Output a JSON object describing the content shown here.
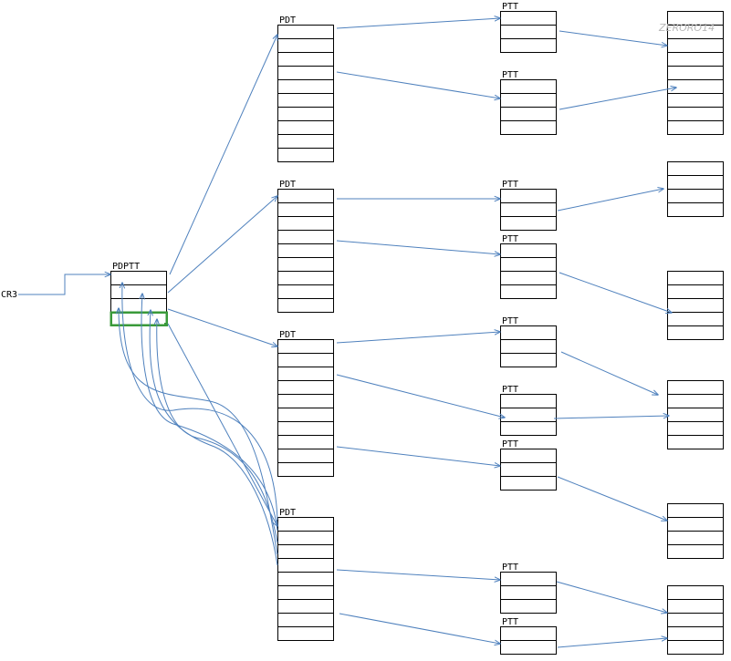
{
  "watermark": "ZERORO14",
  "colors": {
    "arrow": "#4f81bd",
    "highlight": "#3a9a3a",
    "table_border": "#000000"
  },
  "labels": {
    "cr3": "CR3",
    "pdptt": "PDPTT",
    "pdt": "PDT",
    "ptt": "PTT"
  }
}
